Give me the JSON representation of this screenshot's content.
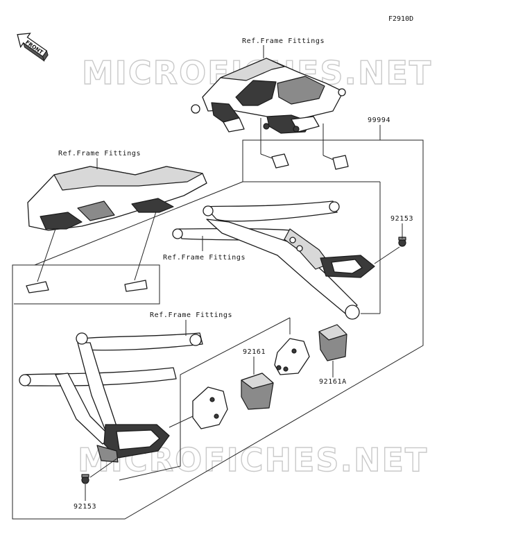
{
  "figure_code": "F2910D",
  "front_label": "FRONT",
  "watermark": "MICROFICHES.NET",
  "ref_labels": [
    "Ref.Frame Fittings",
    "Ref.Frame Fittings",
    "Ref.Frame Fittings",
    "Ref.Frame Fittings"
  ],
  "parts": {
    "p99994": "99994",
    "p92153_right": "92153",
    "p92153_left": "92153",
    "p92161": "92161",
    "p92161A": "92161A"
  }
}
